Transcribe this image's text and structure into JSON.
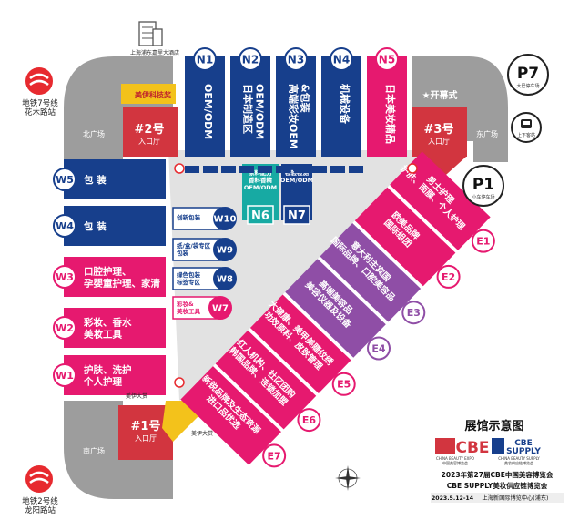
{
  "colors": {
    "blue": "#173f8c",
    "magenta": "#e6196f",
    "purple": "#8f4ea6",
    "teal": "#17aaa3",
    "red": "#d2353f",
    "plaza_gray": "#9d9d9d",
    "corridor_gray": "#e2e2e2",
    "yellow": "#f3c21b",
    "metro_red": "#e72a2f"
  },
  "metro": {
    "line7_icon": "metro-logo-icon",
    "line7_label": "地铁7号线\n花木路站",
    "line2_label": "地铁2号线\n龙阳路站"
  },
  "hotel_label": "上海浦东嘉里大酒店",
  "parking": {
    "p7": {
      "code": "P7",
      "sub": "大巴停车场"
    },
    "p1": {
      "code": "P1",
      "sub": "小车停车场"
    },
    "dropoff": "上下客站"
  },
  "plazas": {
    "north": "北广场",
    "east": "东广场",
    "south": "南广场"
  },
  "entrances": {
    "no2": {
      "num": "#2号",
      "sub": "入口厅"
    },
    "no3": {
      "num": "#3号",
      "sub": "入口厅"
    },
    "no1": {
      "num": "#1号",
      "sub": "入口厅"
    }
  },
  "award": {
    "label": "美伊科技奖",
    "big": "美伊大赏",
    "big2": "美伊大赏"
  },
  "opening": "★开幕式",
  "north_halls": [
    {
      "id": "N1",
      "text": "OEM/ODM"
    },
    {
      "id": "N2",
      "text": "日本制造区\nOEM/ODM"
    },
    {
      "id": "N3",
      "text": "高端彩妆OEM\n&包装"
    },
    {
      "id": "N4",
      "text": "机械设备"
    },
    {
      "id": "N5",
      "text": "日本美妆精品"
    }
  ],
  "west_halls": [
    {
      "id": "W5",
      "text": "包 装"
    },
    {
      "id": "W4",
      "text": "包 装"
    },
    {
      "id": "W3",
      "text": "口腔护理、\n孕婴童护理、家清"
    },
    {
      "id": "W2",
      "text": "彩妆、香水\n美妆工具"
    },
    {
      "id": "W1",
      "text": "护肤、洗护\n个人护理"
    }
  ],
  "east_halls": [
    {
      "id": "E7",
      "text": "进口品优选\n新锐品牌及生态资源"
    },
    {
      "id": "E6",
      "text": "韩国品牌、连锁加盟\n红人机构、社区团购"
    },
    {
      "id": "E5",
      "text": "功效原料、皮肤管理\n大健康、美甲美睫纹绣"
    },
    {
      "id": "E4",
      "text": "美容仪器及设备\n高端美容品"
    },
    {
      "id": "E3",
      "text": "国际品牌、口腔美容品\n意大利主宾国"
    },
    {
      "id": "E2",
      "text": "国际组团\n欧美品牌"
    },
    {
      "id": "E1",
      "text": "护肤、面膜、个人护理\n男士护理"
    }
  ],
  "inner_halls": [
    {
      "id": "W10",
      "text": "创新包装"
    },
    {
      "id": "W9",
      "text": "纸/盒/袋专区\n包装"
    },
    {
      "id": "W8",
      "text": "绿色包装\n标签专区"
    },
    {
      "id": "W7",
      "text": "彩妆&\n美妆工具"
    }
  ],
  "center_halls": [
    {
      "id": "N6",
      "text": "原料配方\n香料香精\nOEM/ODM"
    },
    {
      "id": "N7",
      "text": "检验检测\nOEM/ODM"
    }
  ],
  "legend": {
    "title": "展馆示意图",
    "cbe_logo_text": "CBE",
    "cbe_sub": "CHINA BEAUTY EXPO\n中国美容博览会",
    "supply_logo_text": "CBE\nSUPPLY",
    "supply_sub": "CHINA BEAUTY SUPPLY\n美妆供应链博览会",
    "line1": "2023年第27届CBE中国美容博览会",
    "line2": "CBE SUPPLY美妆供应链博览会",
    "date": "2023.5.12-14",
    "venue": "上海新国际博览中心(浦东)"
  },
  "compass_icon": "compass-icon"
}
